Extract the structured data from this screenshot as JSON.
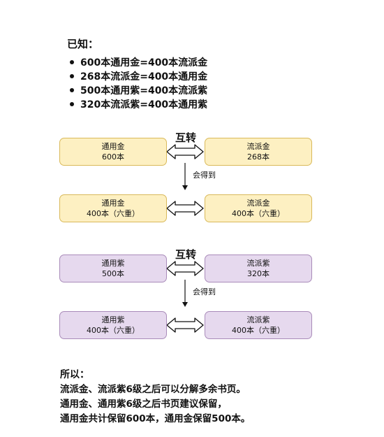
{
  "known": {
    "title": "已知：",
    "items": [
      "600本通用金=400本流派金",
      "268本流派金=400本通用金",
      "500本通用紫=400本流派紫",
      "320本流派紫=400本通用紫"
    ]
  },
  "gold_section": {
    "swap_label": "互转",
    "get_label": "会得到",
    "top_left": {
      "name": "通用金",
      "value": "600本"
    },
    "top_right": {
      "name": "流派金",
      "value": "268本"
    },
    "bottom_left": {
      "name": "通用金",
      "value": "400本（六重）"
    },
    "bottom_right": {
      "name": "流派金",
      "value": "400本（六重）"
    }
  },
  "purple_section": {
    "swap_label": "互转",
    "get_label": "会得到",
    "top_left": {
      "name": "通用紫",
      "value": "500本"
    },
    "top_right": {
      "name": "流派紫",
      "value": "320本"
    },
    "bottom_left": {
      "name": "通用紫",
      "value": "400本（六重）"
    },
    "bottom_right": {
      "name": "流派紫",
      "value": "400本（六重）"
    }
  },
  "conclusion": {
    "title": "所以：",
    "lines": [
      "流派金、流派紫6级之后可以分解多余书页。",
      "通用金、通用紫6级之后书页建议保留，",
      "通用金共计保留600本，通用金保留500本。"
    ]
  },
  "colors": {
    "gold_fill": "#fdf0c2",
    "gold_border": "#d9b95a",
    "purple_fill": "#e6d9ee",
    "purple_border": "#a98bb9"
  }
}
